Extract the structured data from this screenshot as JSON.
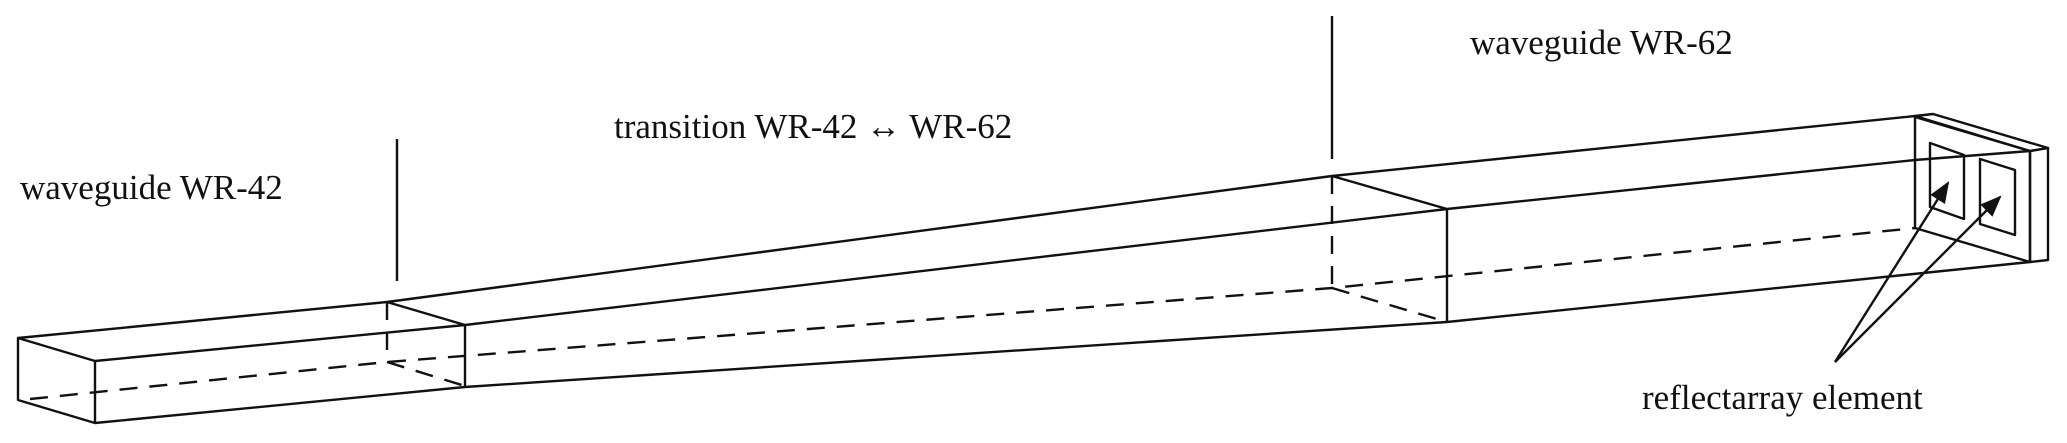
{
  "labels": {
    "wr42": "waveguide WR-42",
    "transition": "transition WR-42 ↔ WR-62",
    "wr62": "waveguide WR-62",
    "element": "reflectarray element"
  },
  "colors": {
    "plate": "#cccccc",
    "element": "#808080",
    "line": "#111111"
  }
}
